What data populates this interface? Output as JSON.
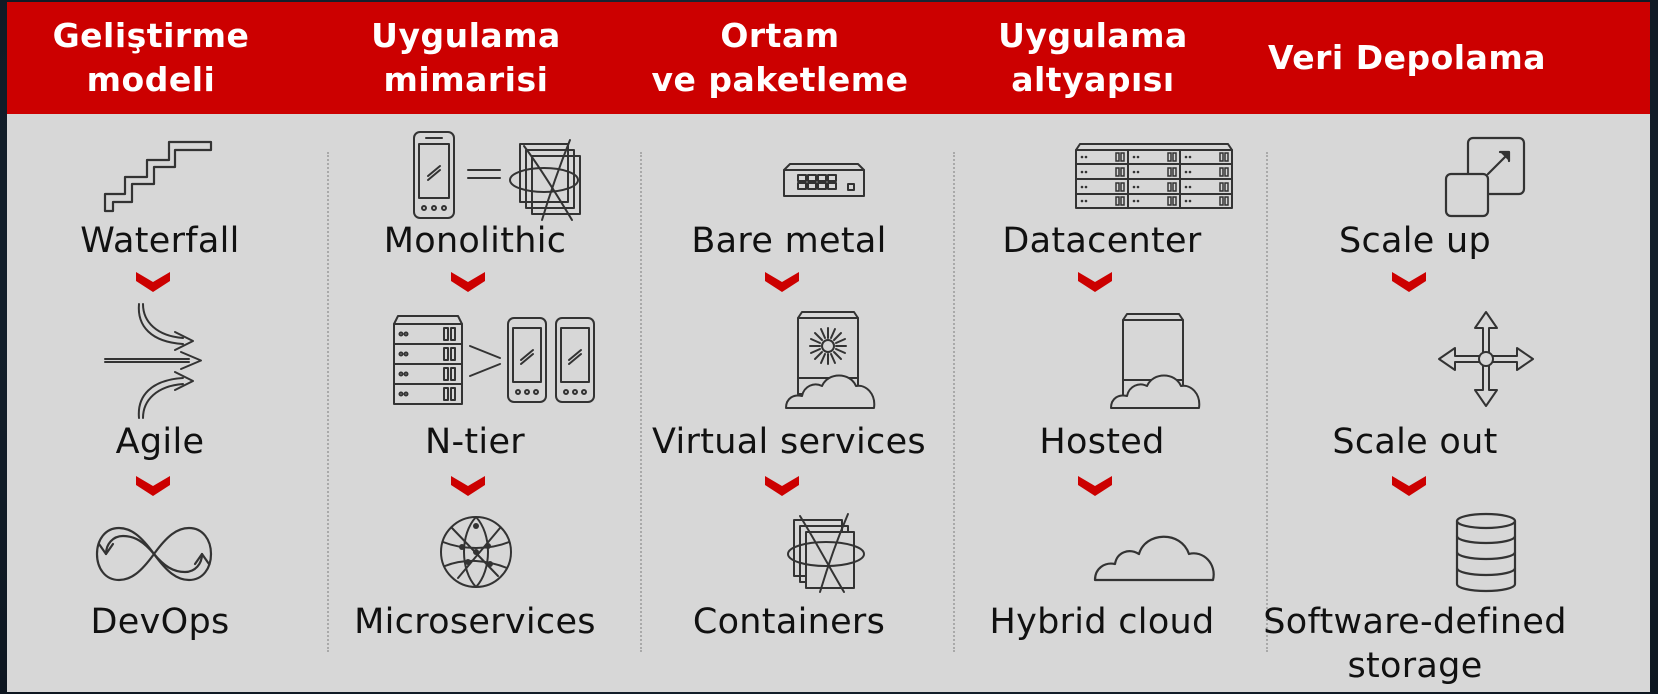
{
  "columns": [
    {
      "title": "Geliştirme\nmodeli",
      "items": [
        {
          "label": "Waterfall",
          "icon": "stairs-icon"
        },
        {
          "label": "Agile",
          "icon": "arrows-merge-icon"
        },
        {
          "label": "DevOps",
          "icon": "infinity-loop-icon"
        }
      ]
    },
    {
      "title": "Uygulama\nmimarisi",
      "items": [
        {
          "label": "Monolithic",
          "icon": "phone-to-stack-icon"
        },
        {
          "label": "N-tier",
          "icon": "server-to-phones-icon"
        },
        {
          "label": "Microservices",
          "icon": "globe-network-icon"
        }
      ]
    },
    {
      "title": "Ortam\nve paketleme",
      "items": [
        {
          "label": "Bare metal",
          "icon": "switch-icon"
        },
        {
          "label": "Virtual services",
          "icon": "virtual-server-cloud-icon"
        },
        {
          "label": "Containers",
          "icon": "containers-icon"
        }
      ]
    },
    {
      "title": "Uygulama\naltyapısı",
      "items": [
        {
          "label": "Datacenter",
          "icon": "server-rack-icon"
        },
        {
          "label": "Hosted",
          "icon": "hosted-server-cloud-icon"
        },
        {
          "label": "Hybrid cloud",
          "icon": "cloud-icon"
        }
      ]
    },
    {
      "title": "Veri Depolama",
      "items": [
        {
          "label": "Scale up",
          "icon": "scale-up-icon"
        },
        {
          "label": "Scale out",
          "icon": "scale-out-arrows-icon"
        },
        {
          "label": "Software-defined\nstorage",
          "icon": "database-icon"
        }
      ]
    }
  ],
  "colors": {
    "header": "#cc0000",
    "panel": "#d7d7d7",
    "chevron": "#cc0000",
    "text": "#111111",
    "icon_stroke": "#333333"
  }
}
